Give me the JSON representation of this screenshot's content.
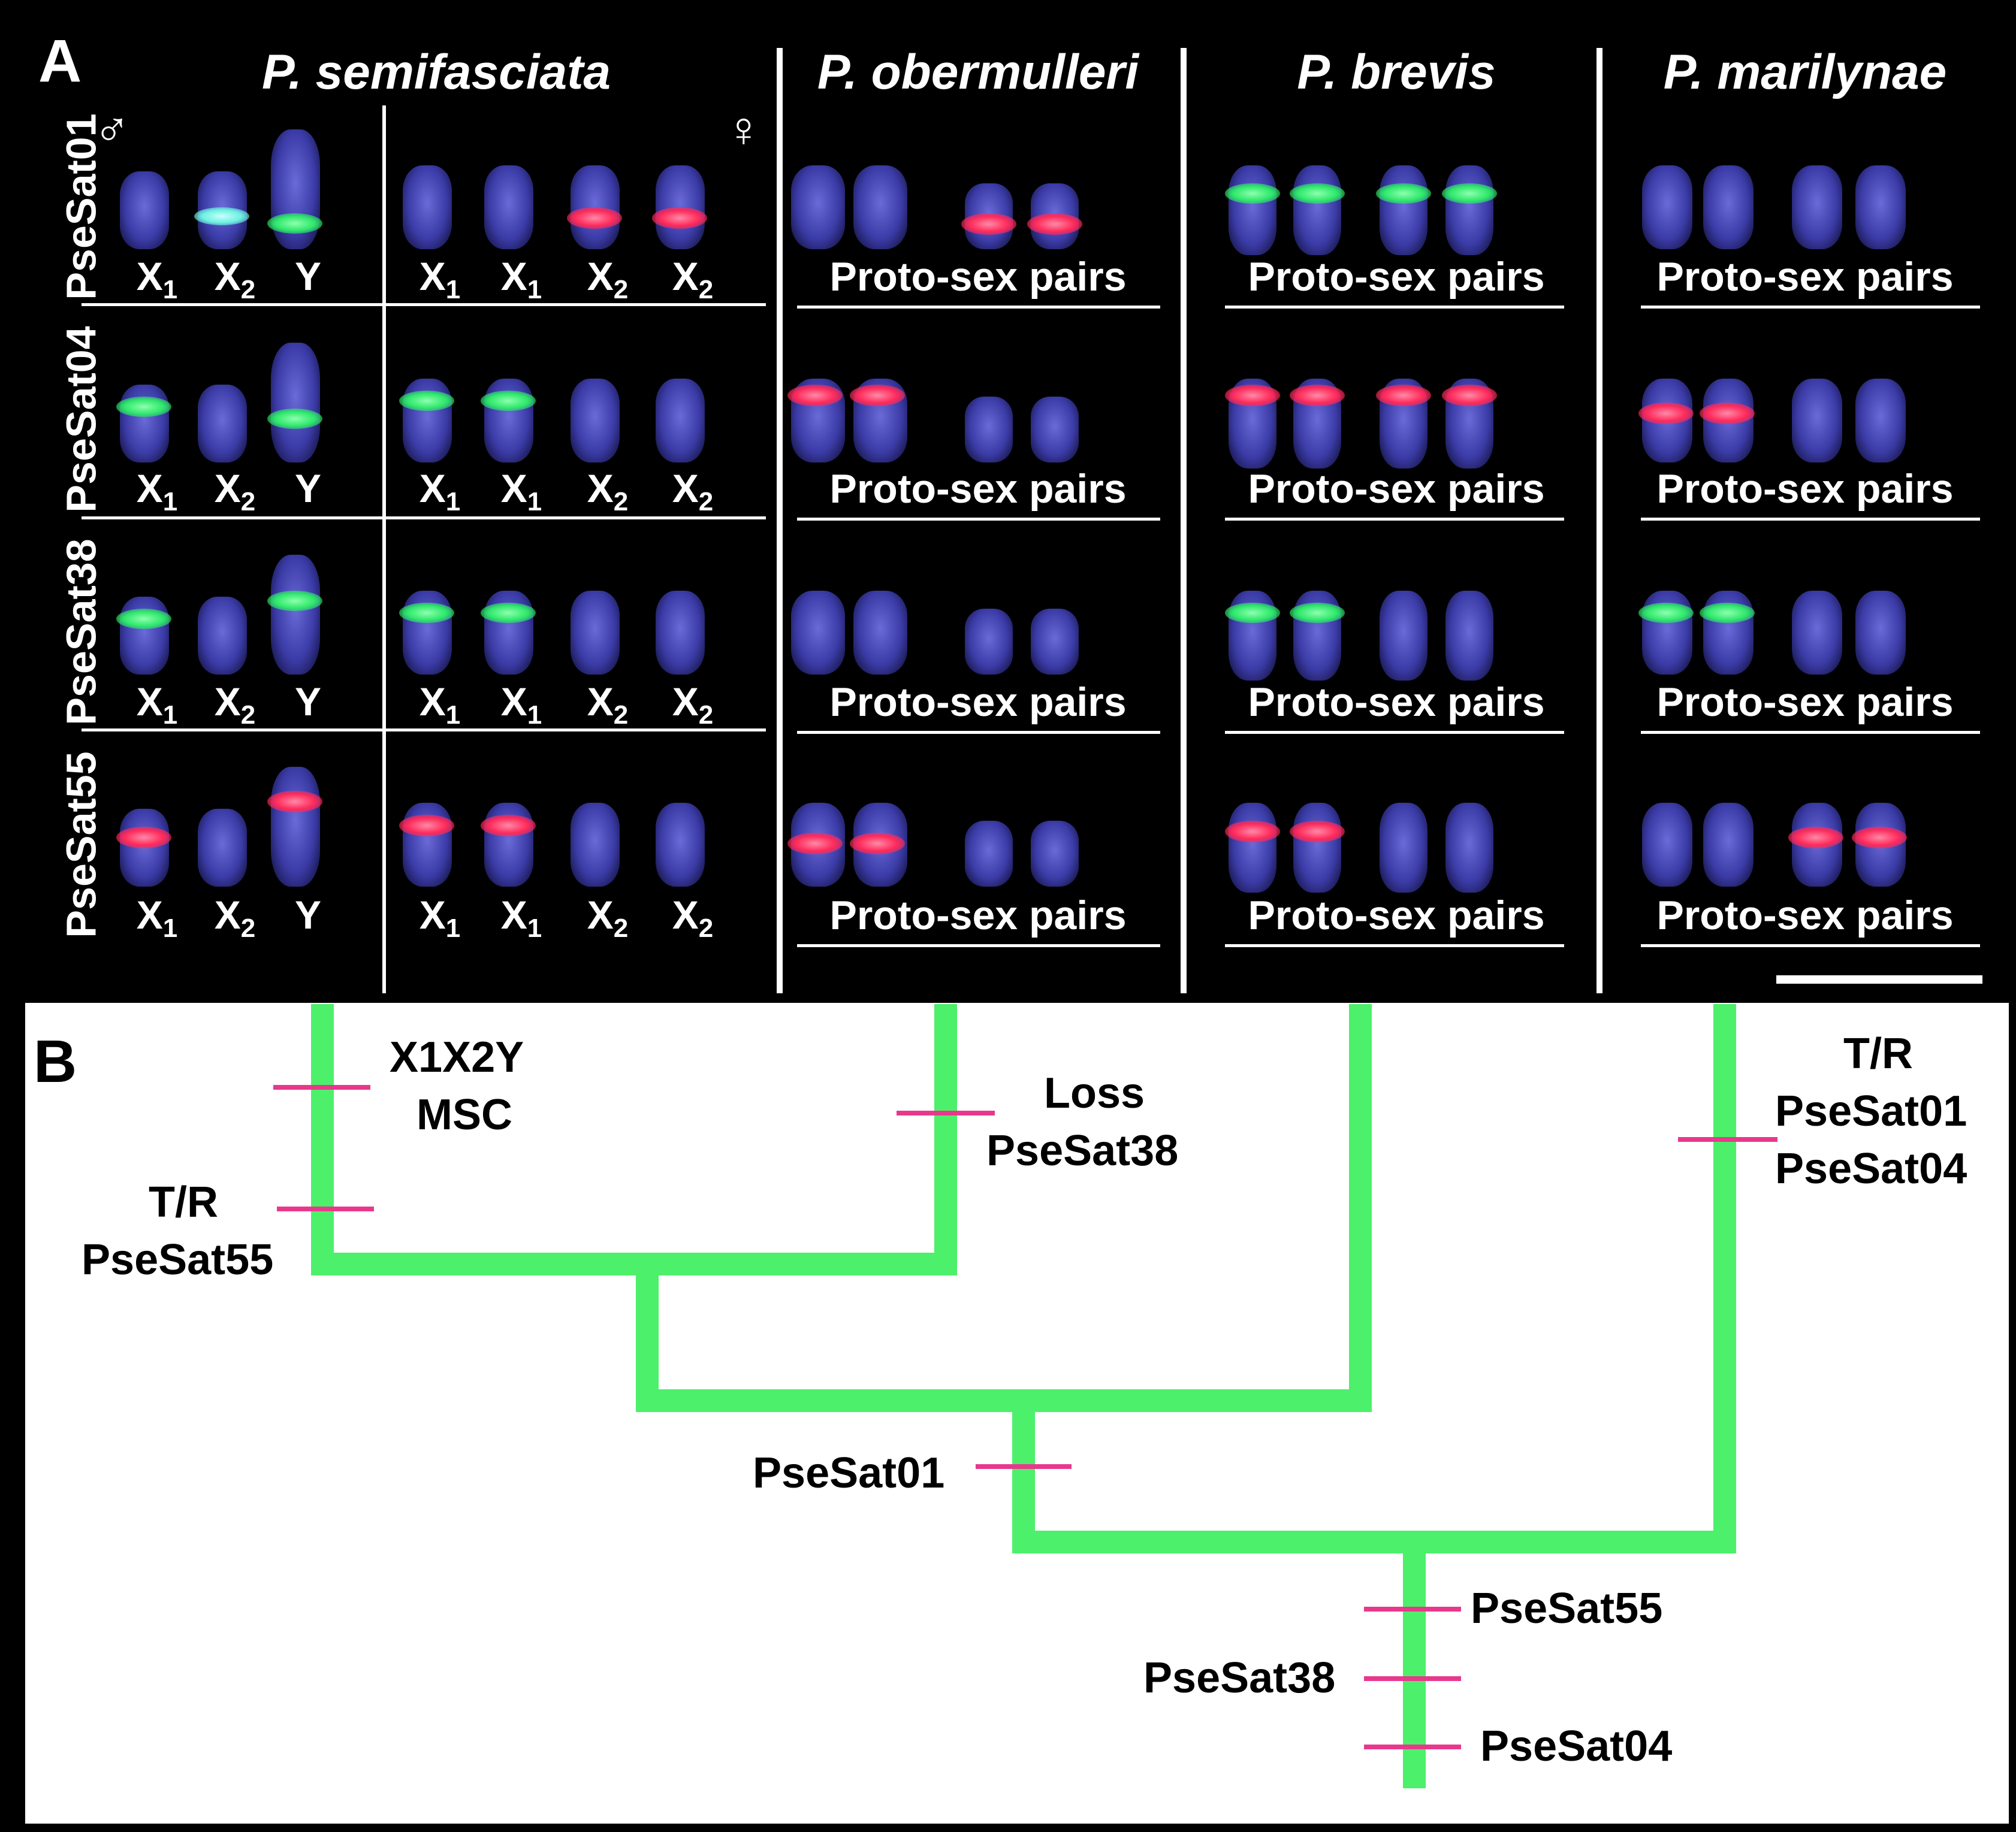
{
  "panel_a": {
    "letter": "A",
    "sex_male": "♂",
    "sex_female": "♀",
    "species": [
      "P. semifasciata",
      "P. obermulleri",
      "P. brevis",
      "P. marilynae"
    ],
    "probes": [
      "PseSat01",
      "PseSat04",
      "PseSat38",
      "PseSat55"
    ],
    "male_chroms": [
      {
        "base": "X",
        "sub": "1"
      },
      {
        "base": "X",
        "sub": "2"
      },
      {
        "base": "Y",
        "sub": ""
      }
    ],
    "female_chroms": [
      {
        "base": "X",
        "sub": "1"
      },
      {
        "base": "X",
        "sub": "1"
      },
      {
        "base": "X",
        "sub": "2"
      },
      {
        "base": "X",
        "sub": "2"
      }
    ],
    "pair_label": "Proto-sex pairs",
    "signals": {
      "PseSat01": {
        "semifasciata_male": "X2 and Y (green)",
        "semifasciata_female": "X2 (red)",
        "obermulleri": "second pair (red)",
        "brevis": "both pairs (green)",
        "marilynae": "none"
      },
      "PseSat04": {
        "semifasciata_male": "X1 and Y (green)",
        "semifasciata_female": "X1 (green)",
        "obermulleri": "first pair (red)",
        "brevis": "both pairs (red)",
        "marilynae": "first pair (red)"
      },
      "PseSat38": {
        "semifasciata_male": "X1 and Y (green)",
        "semifasciata_female": "X1 (green)",
        "obermulleri": "none",
        "brevis": "first pair (green)",
        "marilynae": "first pair (green)"
      },
      "PseSat55": {
        "semifasciata_male": "X1 and Y (red)",
        "semifasciata_female": "X1 (red)",
        "obermulleri": "first pair (red)",
        "brevis": "first pair (red)",
        "marilynae": "second pair (red)"
      }
    }
  },
  "panel_b": {
    "letter": "B",
    "branch_color": "#4cf06a",
    "event_color": "#e8388c",
    "labels": {
      "x1x2y": "X1X2Y",
      "msc": "MSC",
      "tr1": "T/R",
      "psesat55_a": "PseSat55",
      "loss": "Loss",
      "psesat38_a": "PseSat38",
      "tr2": "T/R",
      "psesat01_a": "PseSat01",
      "psesat04_a": "PseSat04",
      "psesat01_b": "PseSat01",
      "psesat55_b": "PseSat55",
      "psesat38_b": "PseSat38",
      "psesat04_b": "PseSat04"
    }
  }
}
